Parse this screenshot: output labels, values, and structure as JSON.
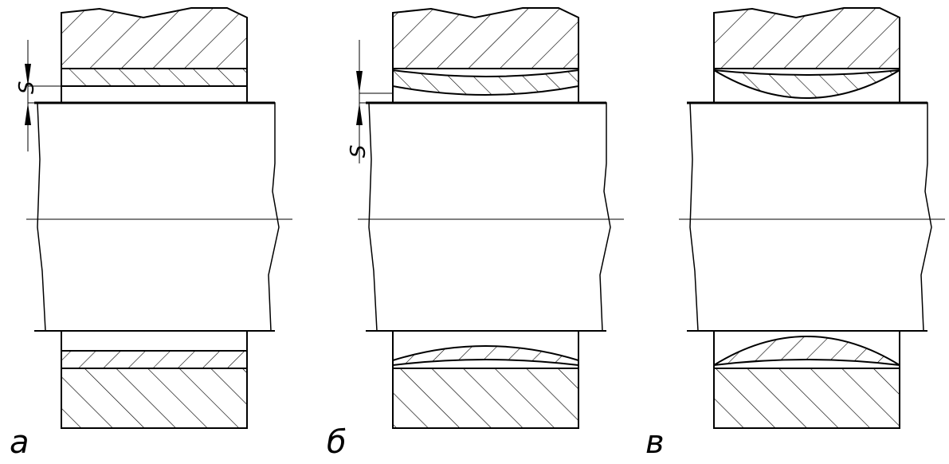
{
  "panels": [
    {
      "label": "а",
      "dimension_label": "S",
      "variant": "straight-liner"
    },
    {
      "label": "б",
      "dimension_label": "S",
      "variant": "bent-liner"
    },
    {
      "label": "в",
      "dimension_label": "",
      "variant": "lens-liner"
    }
  ]
}
